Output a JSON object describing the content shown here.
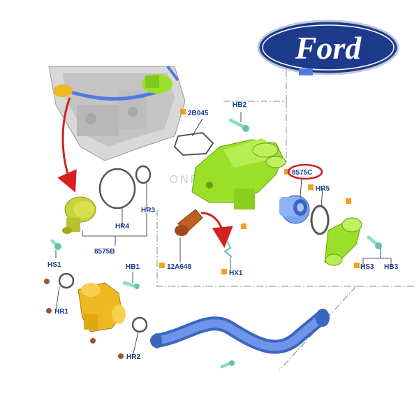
{
  "brand": {
    "logo_text": "Ford",
    "logo_color": "#1e3a8a"
  },
  "watermark": "ONFIRUDIA",
  "highlighted_part": "8575C",
  "colors": {
    "label": "#1a3a8a",
    "highlight_ring": "#d42020",
    "arrow": "#d42020",
    "housing_green": "#9adf2a",
    "outlet_yellow": "#f0b820",
    "hose_blue": "#4f7be0",
    "pump_olive": "#c8d23a",
    "sensor_brown": "#c06020",
    "thermostat_blue": "#7aa2f0",
    "bullet_orange": "#f4a020",
    "bullet_brown": "#a0522d"
  },
  "labels": {
    "2B045": "2B045",
    "HB2": "HB2",
    "8575C": "8575C",
    "HR5": "HR5",
    "HR3": "HR3",
    "HR4": "HR4",
    "8575B": "8575B",
    "HS1": "HS1",
    "12A648": "12A648",
    "HX1": "HX1",
    "HS3": "HS3",
    "HB3": "HB3",
    "HB1": "HB1",
    "HR1": "HR1",
    "HR2": "HR2"
  }
}
